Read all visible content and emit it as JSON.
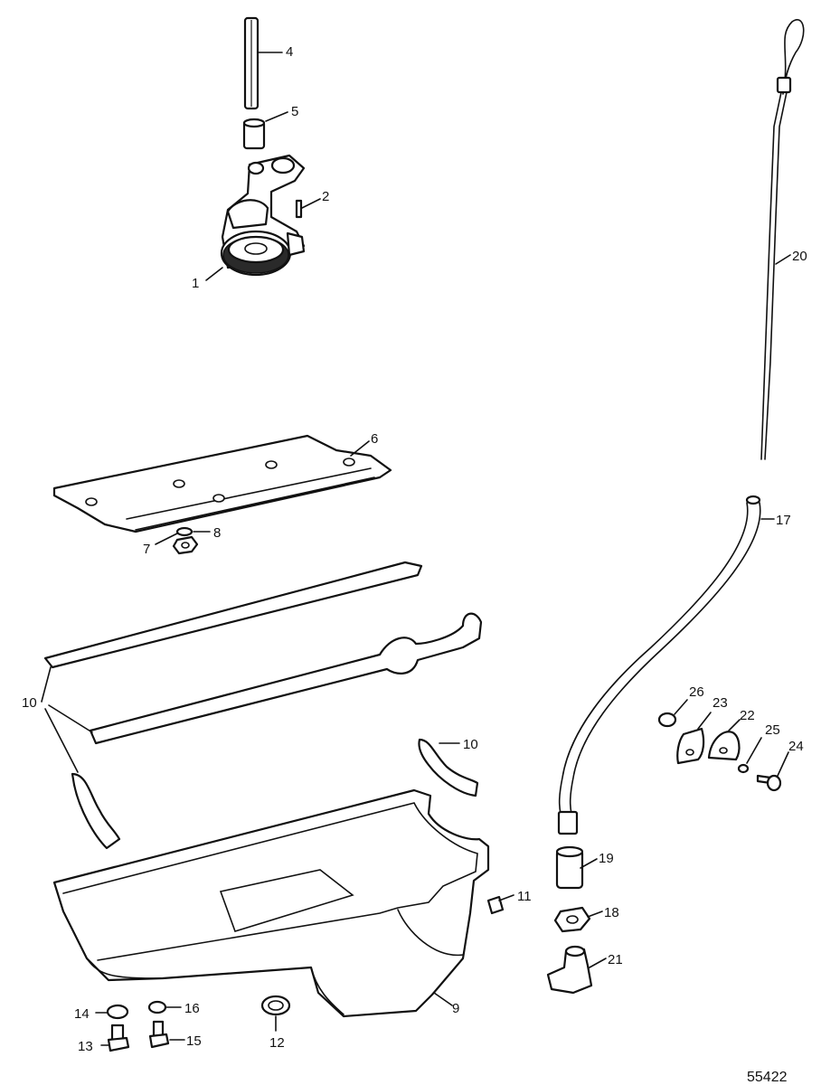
{
  "callouts": [
    {
      "id": "1",
      "text": "1"
    },
    {
      "id": "2",
      "text": "2"
    },
    {
      "id": "4",
      "text": "4"
    },
    {
      "id": "5",
      "text": "5"
    },
    {
      "id": "6",
      "text": "6"
    },
    {
      "id": "7",
      "text": "7"
    },
    {
      "id": "8",
      "text": "8"
    },
    {
      "id": "9",
      "text": "9"
    },
    {
      "id": "10a",
      "text": "10"
    },
    {
      "id": "10b",
      "text": "10"
    },
    {
      "id": "11",
      "text": "11"
    },
    {
      "id": "12",
      "text": "12"
    },
    {
      "id": "13",
      "text": "13"
    },
    {
      "id": "14",
      "text": "14"
    },
    {
      "id": "15",
      "text": "15"
    },
    {
      "id": "16",
      "text": "16"
    },
    {
      "id": "17",
      "text": "17"
    },
    {
      "id": "18",
      "text": "18"
    },
    {
      "id": "19",
      "text": "19"
    },
    {
      "id": "20",
      "text": "20"
    },
    {
      "id": "21",
      "text": "21"
    },
    {
      "id": "22",
      "text": "22"
    },
    {
      "id": "23",
      "text": "23"
    },
    {
      "id": "24",
      "text": "24"
    },
    {
      "id": "25",
      "text": "25"
    },
    {
      "id": "26",
      "text": "26"
    }
  ],
  "figure_number": "55422",
  "colors": {
    "ink": "#111111",
    "paper": "#ffffff"
  }
}
